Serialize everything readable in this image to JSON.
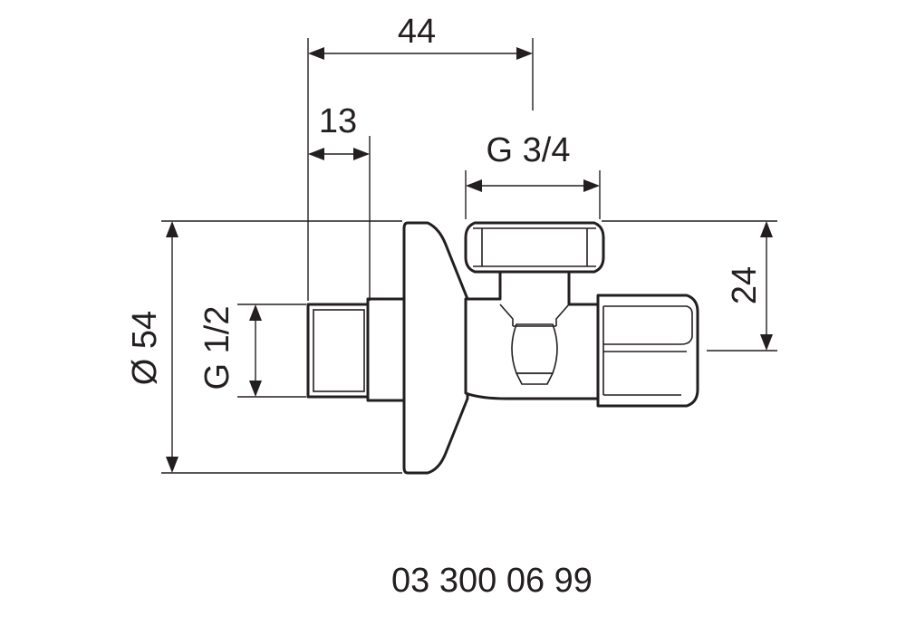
{
  "dimensions": {
    "overall_length": "44",
    "thread_length": "13",
    "outlet_thread": "G 3/4",
    "outlet_height": "24",
    "rosette_diameter": "Ø 54",
    "inlet_thread": "G 1/2"
  },
  "part_number": "03 300 06 99"
}
